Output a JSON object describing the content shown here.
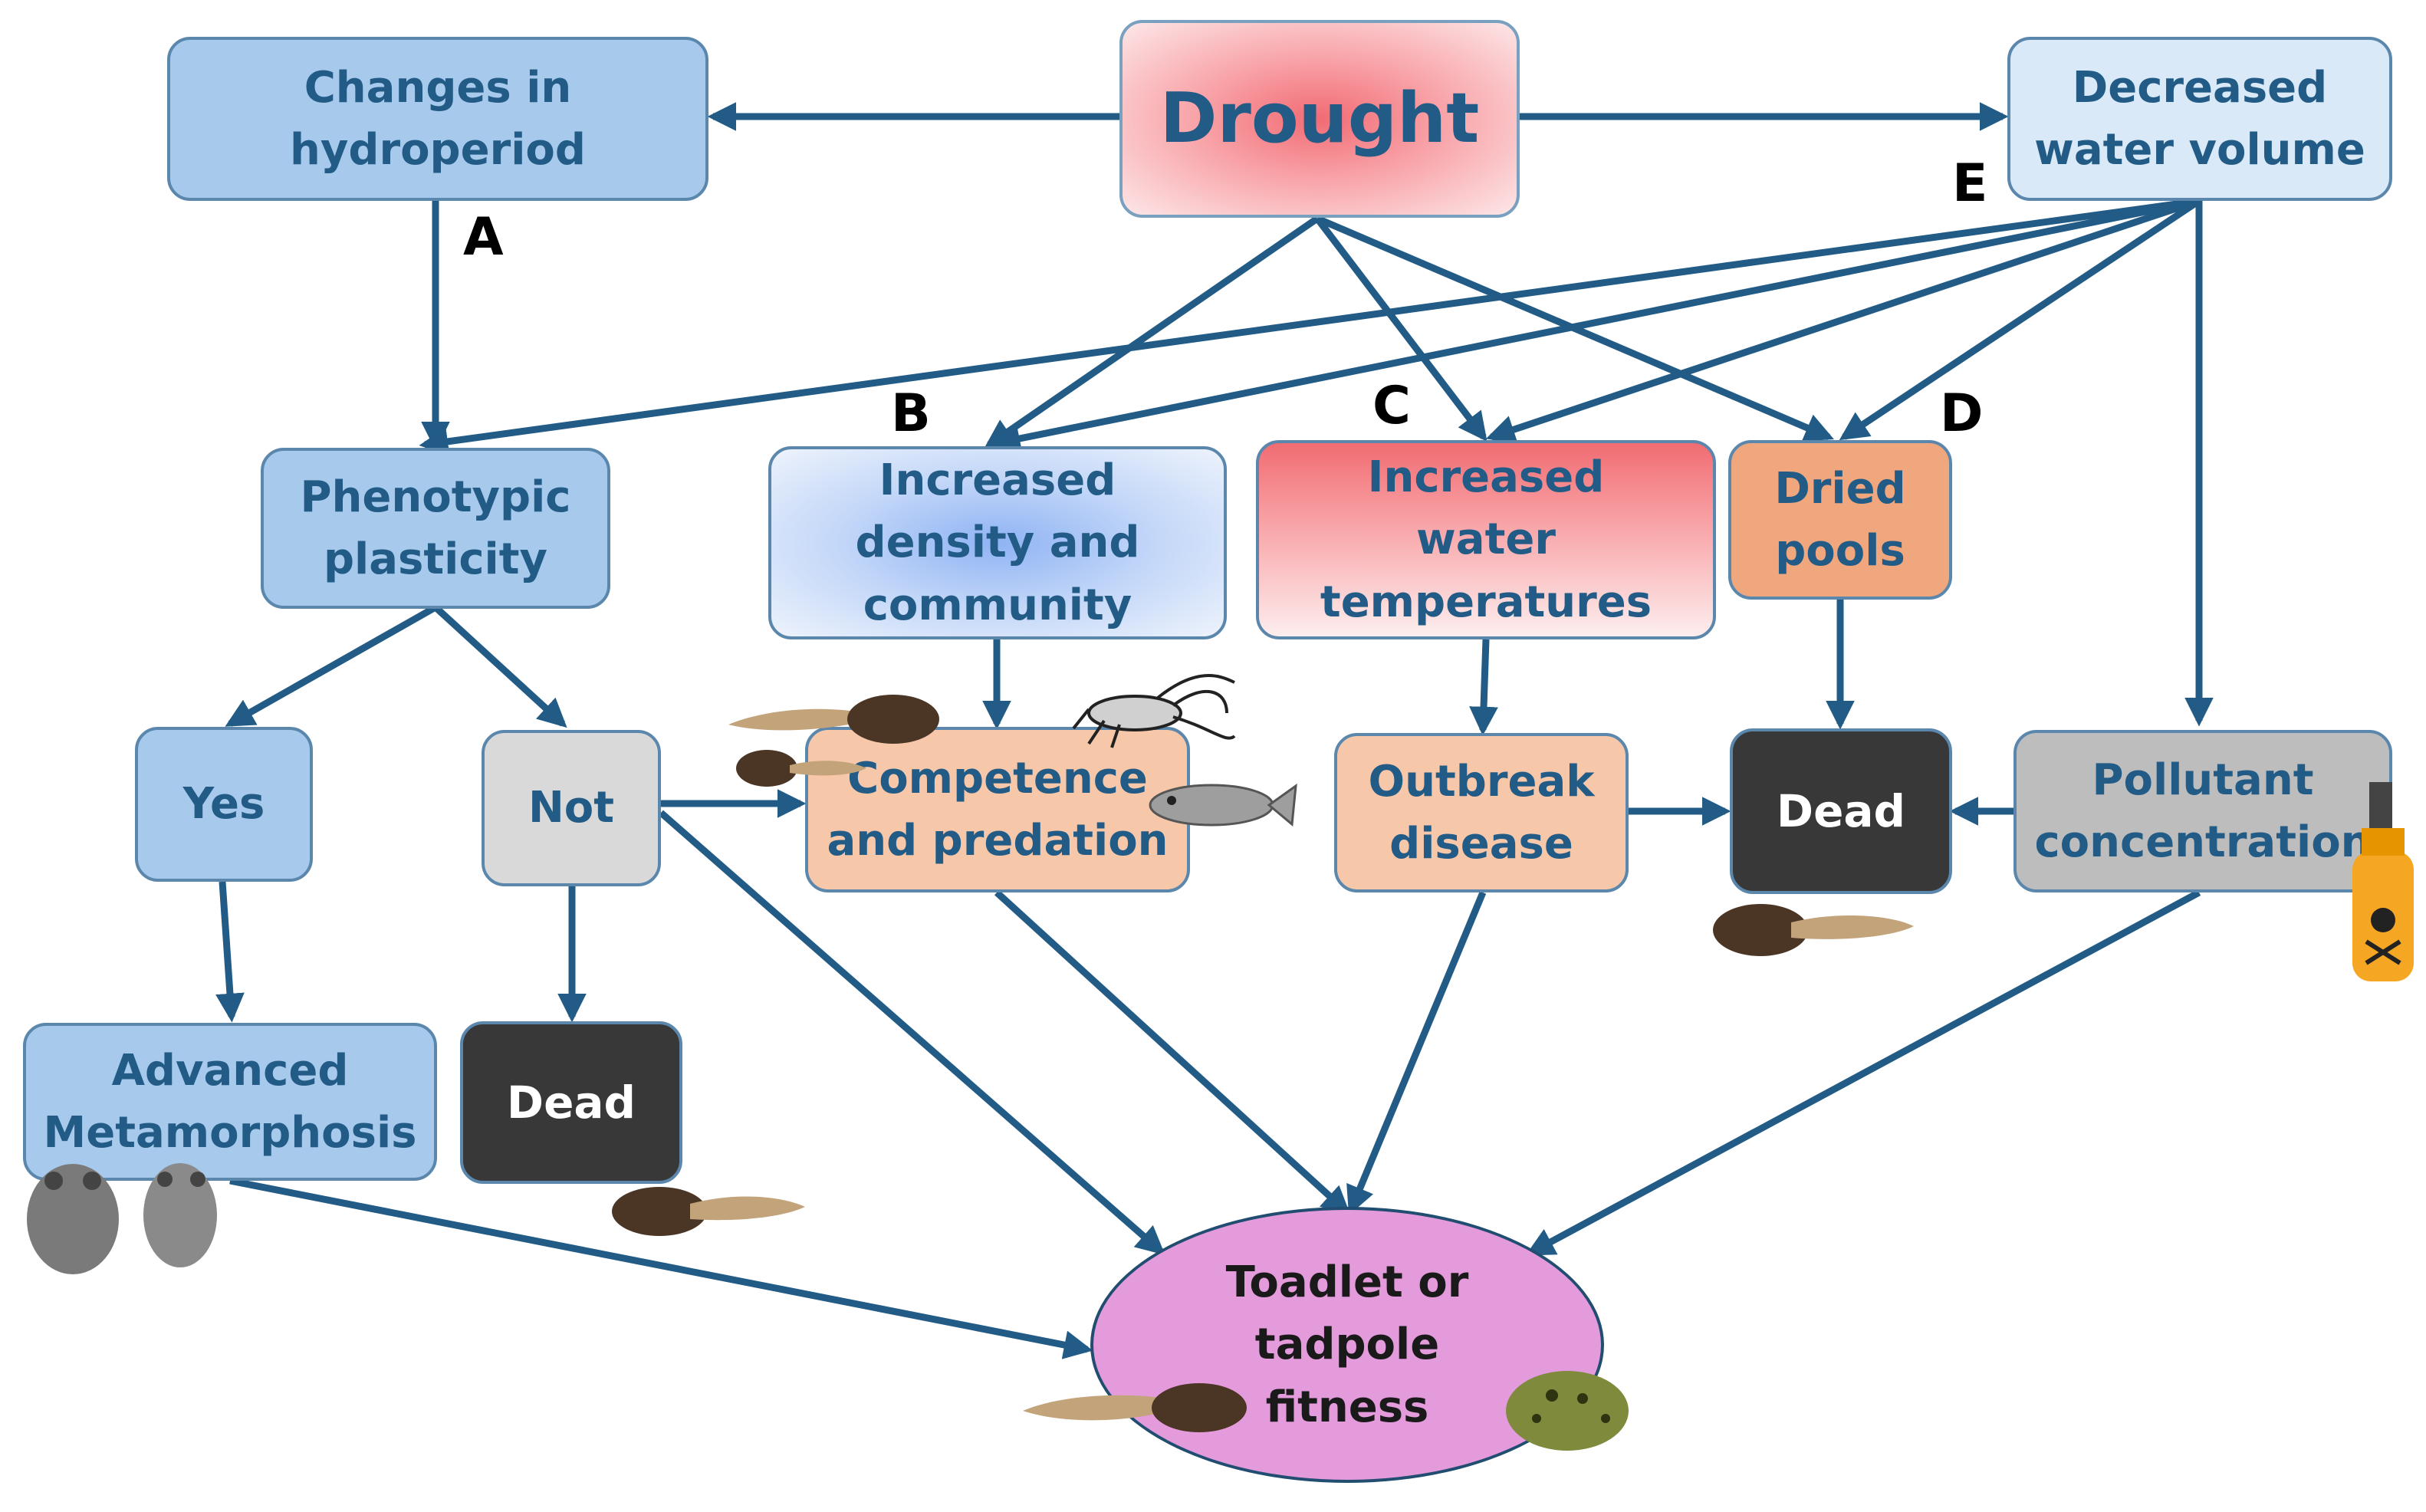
{
  "nodes": {
    "drought": "Drought",
    "hydroperiod": "Changes in\nhydroperiod",
    "water_volume": "Decreased\nwater volume",
    "plasticity": "Phenotypic\nplasticity",
    "density": "Increased\ndensity and\ncommunity",
    "temperature": "Increased\nwater\ntemperatures",
    "dried_pools": "Dried\npools",
    "yes": "Yes",
    "not": "Not",
    "competence": "Competence\nand predation",
    "outbreak": "Outbreak\ndisease",
    "dead_center": "Dead",
    "pollutant": "Pollutant\nconcentration",
    "metamorphosis": "Advanced\nMetamorphosis",
    "dead_left": "Dead",
    "fitness": "Toadlet or\ntadpole\nfitness"
  },
  "tags": {
    "a": "A",
    "b": "B",
    "c": "C",
    "d": "D",
    "e": "E"
  },
  "colors": {
    "arrow": "#215b86",
    "node_blue": "#a6c9ec",
    "node_dark": "#383838",
    "fitness": "#e49bdc"
  },
  "illustrations": {
    "tadpole": "tadpole-icon",
    "crayfish": "crayfish-icon",
    "fish": "fish-icon",
    "toadlet": "toadlet-icon",
    "toad": "toad-icon",
    "pollutant_bottle": "poison-bottle-icon"
  }
}
